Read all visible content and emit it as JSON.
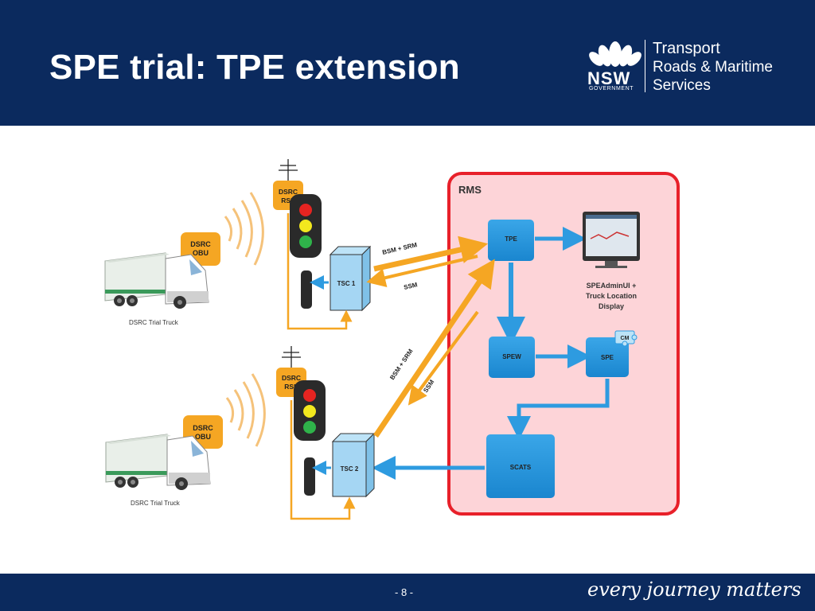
{
  "slide": {
    "title": "SPE trial: TPE extension",
    "page_number": "- 8 -",
    "tagline": "every journey matters"
  },
  "logo": {
    "org": "NSW",
    "gov": "GOVERNMENT",
    "line1": "Transport",
    "line2": "Roads & Maritime",
    "line3": "Services"
  },
  "diagram": {
    "rms_label": "RMS",
    "truck1_label": "DSRC Trial Truck",
    "truck2_label": "DSRC Trial Truck",
    "obu1": [
      "DSRC",
      "OBU"
    ],
    "obu2": [
      "DSRC",
      "OBU"
    ],
    "rse1": [
      "DSRC",
      "RSE"
    ],
    "rse2": [
      "DSRC",
      "RSE"
    ],
    "tsc1": "TSC 1",
    "tsc2": "TSC 2",
    "tpe": "TPE",
    "spew": "SPEW",
    "spe": "SPE",
    "cm": "CM",
    "scats": "SCATS",
    "admin": [
      "SPEAdminUI +",
      "Truck Location",
      "Display"
    ],
    "bsm_srm_1": "BSM + SRM",
    "ssm_1": "SSM",
    "bsm_srm_2": "BSM + SRM",
    "ssm_2": "SSM"
  },
  "colors": {
    "navy": "#0b2a5e",
    "accent_blue": "#2e9be0",
    "orange": "#f5a623",
    "rms_fill": "#fdd4d8",
    "rms_border": "#e8202a"
  }
}
